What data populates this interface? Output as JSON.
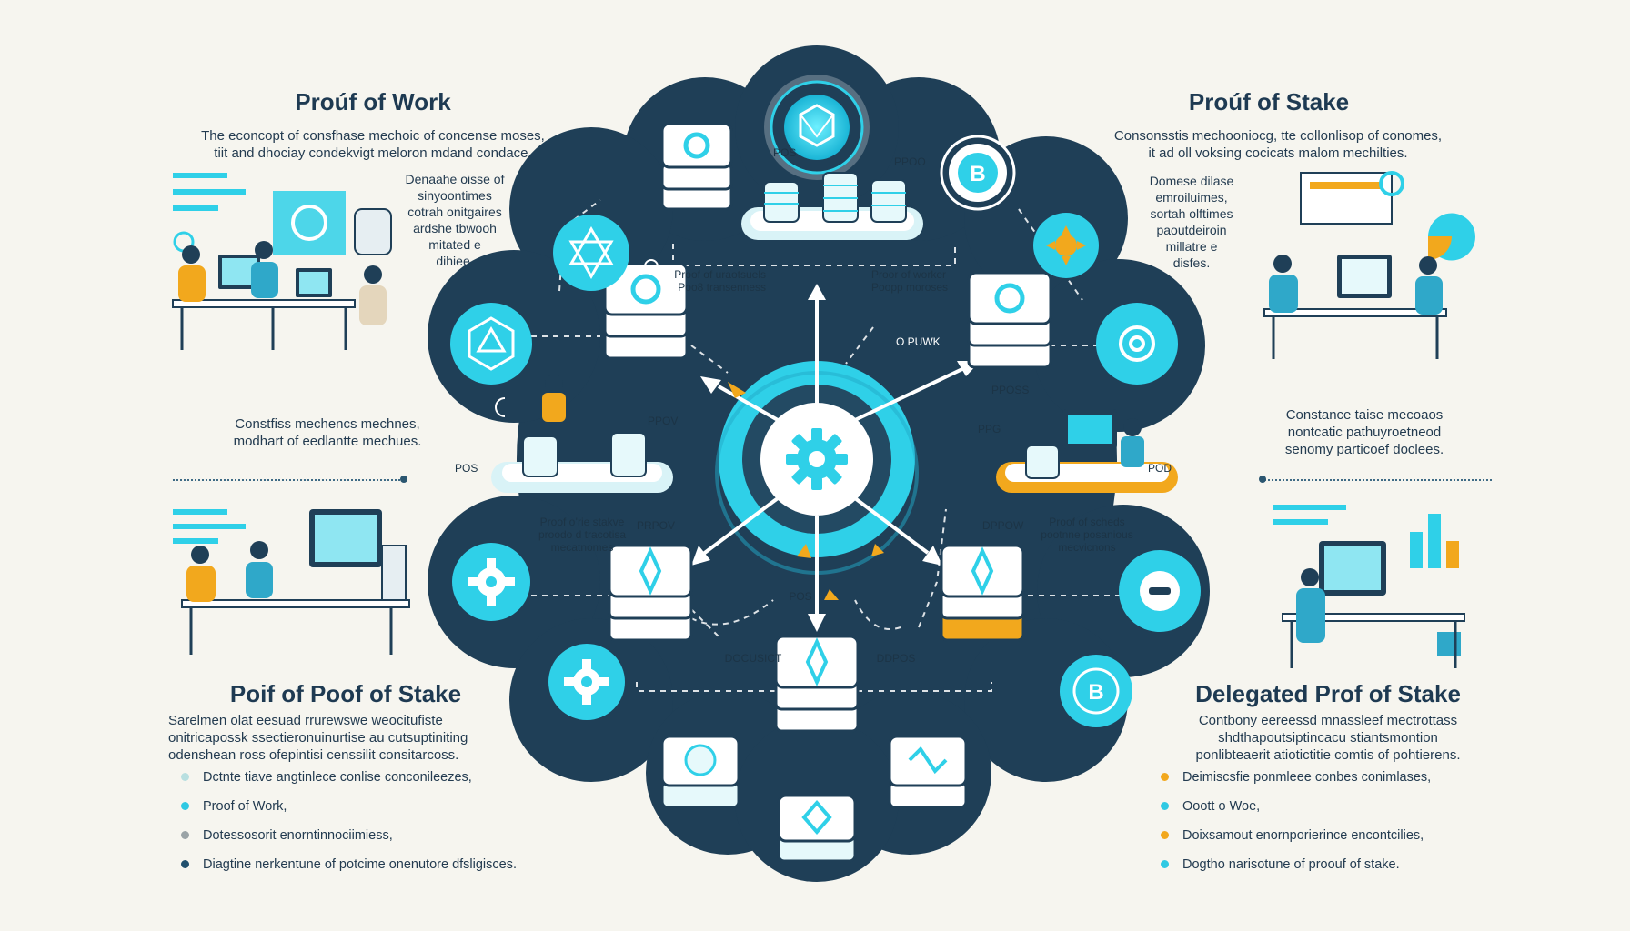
{
  "panels": {
    "top_left": {
      "title": "Proúf of Work",
      "desc_line1": "The econcopt of consfhase mechoic of concense moses,",
      "desc_line2": "tiit and dhociay condekvigt meloron mdand condace.",
      "side_line1": "Denaahe oisse of",
      "side_line2": "sinyoontimes",
      "side_line3": "cotrah onitgaires",
      "side_line4": "ardshe tbwooh",
      "side_line5": "mitated e",
      "side_line6": "dihiee.",
      "bottom_line1": "Constfiss mechencs mechnes,",
      "bottom_line2": "modhart of eedlantte mechues."
    },
    "top_right": {
      "title": "Proúf of Stake",
      "desc_line1": "Consonsstis mechooniocg, tte collonlisop of conomes,",
      "desc_line2": "it ad oll voksing cocicats malom mechilties.",
      "side_line1": "Domese dilase",
      "side_line2": "emroiluimes,",
      "side_line3": "sortah olftimes",
      "side_line4": "paoutdeiroin",
      "side_line5": "millatre e",
      "side_line6": "disfes.",
      "bottom_line1": "Constance taise mecoaos",
      "bottom_line2": "nontcatic pathuyroetneod",
      "bottom_line3": "senomy particoef doclees."
    },
    "bottom_left": {
      "title": "Poif of Poof of Stake",
      "desc_line1": "Sarelmen olat eesuad rrurewswe weocitufiste",
      "desc_line2": "onitricapossk ssectieronuinurtise au cutsuptiniting",
      "desc_line3": "odenshean ross ofepintisi censsilit consitarcoss.",
      "bullets": [
        "Dctnte tiave angtinlece conlise conconileezes,",
        "Proof of Work,",
        "Dotessosorit enorntinnociimiess,",
        "Diagtine nerkentune of potcime onenutore dfsligisces."
      ]
    },
    "bottom_right": {
      "title": "Delegated Prof of Stake",
      "desc_line1": "Contbony eereessd mnassleef mectrottass",
      "desc_line2": "shdthapoutsiptincacu stiantsmontion",
      "desc_line3": "ponlibteaerit atiotictitie comtis of pohtierens.",
      "bullets": [
        "Deimiscsfie ponmleee conbes conimlases,",
        "Ooott o Woe,",
        "Doixsamout enornporierince encontcilies,",
        "Dogtho narisotune of proouf of stake."
      ]
    }
  },
  "diagram_labels": {
    "pos_top": "POS",
    "ppoo_top": "PPOO",
    "proof_a_line1": "Proof of uraotsuels",
    "proof_a_line2": "Poo8 transenness",
    "proof_b_line1": "Proor of worker",
    "proof_b_line2": "Poopp moroses",
    "o_powk": "O PUWK",
    "pposs": "PPOSS",
    "ppov": "PPOV",
    "ppg": "PPG",
    "pos_left": "POS",
    "pod_right": "POD",
    "prpov": "PRPOV",
    "dppow": "DPPOW",
    "proof_c_line1": "Proof o’rie stakve",
    "proof_c_line2": "proodo d tracotisa",
    "proof_c_line3": "mecatnomes",
    "proof_d_line1": "Proof of scheds",
    "proof_d_line2": "pootnne posanious",
    "proof_d_line3": "mecvicnons",
    "pos_bottom": "POS",
    "docusict": "DOCUSICT",
    "ddpos": "DDPOS"
  },
  "colors": {
    "navy": "#1f3f57",
    "teal": "#2fd0e8",
    "orange": "#f2a81d",
    "background": "#f6f5ef"
  },
  "bullet_colors_left": [
    "#b8dfe0",
    "#2fc9e3",
    "#9aa3a6",
    "#21506e"
  ],
  "bullet_colors_right": [
    "#f2a81d",
    "#2fc9e3",
    "#f2a81d",
    "#2fc9e3"
  ]
}
